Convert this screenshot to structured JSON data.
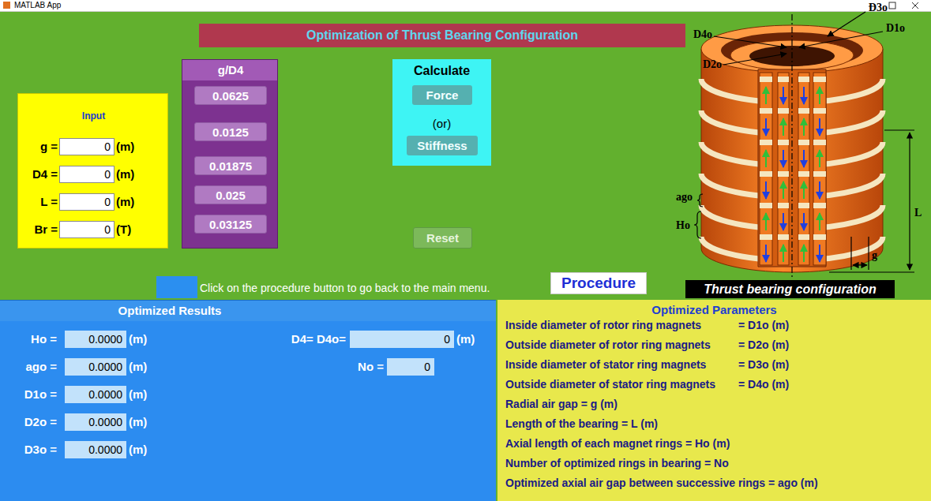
{
  "diagram": {
    "title": "Optimization of Thrust Bearing Configuration",
    "nodes": [
      {
        "text": [
          "Input",
          "g =",
          "(m)",
          "D4 =",
          "(m)",
          "L =",
          "(m)",
          "Br =",
          "(T)"
        ]
      },
      {
        "text": [
          "0"
        ],
        "in": 0
      },
      {
        "text": [
          "0"
        ],
        "in": 0
      },
      {
        "text": [
          "0"
        ],
        "in": 0
      },
      {
        "text": [
          "0"
        ],
        "in": 0
      },
      {
        "text": [
          "g/D4"
        ]
      },
      {
        "text": [
          "0.0625"
        ],
        "in": 5
      },
      {
        "text": [
          "0.0125"
        ],
        "in": 5
      },
      {
        "text": [
          "0.01875"
        ],
        "in": 5
      },
      {
        "text": [
          "0.025"
        ],
        "in": 5
      },
      {
        "text": [
          "0.03125"
        ],
        "in": 5
      },
      {
        "text": [
          "Calculate",
          "(or)"
        ]
      },
      {
        "text": [
          "Force"
        ],
        "in": 11
      },
      {
        "text": [
          "Stiffness"
        ],
        "in": 11
      },
      {
        "text": [
          "Reset"
        ]
      },
      {
        "text": [
          "Procedure"
        ]
      },
      {
        "text": [
          "Thrust bearing configuration"
        ]
      },
      {
        "text": [
          "Optimized Results",
          "Ho =",
          "(m)",
          "ago =",
          "(m)",
          "D1o =",
          "(m)",
          "D2o =",
          "(m)",
          "D3o =",
          "(m)",
          "D4= D4o=",
          "(m)",
          "No ="
        ]
      },
      {
        "text": [
          "0.0000"
        ],
        "in": 17
      },
      {
        "text": [
          "0.0000"
        ],
        "in": 17
      },
      {
        "text": [
          "0.0000"
        ],
        "in": 17
      },
      {
        "text": [
          "0.0000"
        ],
        "in": 17
      },
      {
        "text": [
          "0.0000"
        ],
        "in": 17
      },
      {
        "text": [
          "0"
        ],
        "in": 17
      },
      {
        "text": [
          "0"
        ],
        "in": 17
      },
      {
        "text": [
          "Optimized Parameters",
          "Inside diameter of rotor ring magnets",
          "= D1o (m)",
          "Outside diameter of rotor ring magnets",
          "= D2o (m)",
          "Inside diameter of stator ring magnets",
          "= D3o (m)",
          "Outside diameter of stator ring magnets",
          "= D4o (m)",
          "Radial air gap = g (m)",
          "Length of the bearing = L (m)",
          "Axial length of each magnet rings = Ho (m)",
          "Number of optimized rings in bearing = No",
          "Optimized axial air gap between successive rings = ago (m)"
        ]
      }
    ],
    "labels": [
      "MATLAB App",
      "Click on the procedure button to go back to the main menu.",
      "D3o",
      "D1o",
      "D4o",
      "D2o",
      "ago",
      "Ho",
      "L",
      "g"
    ]
  }
}
